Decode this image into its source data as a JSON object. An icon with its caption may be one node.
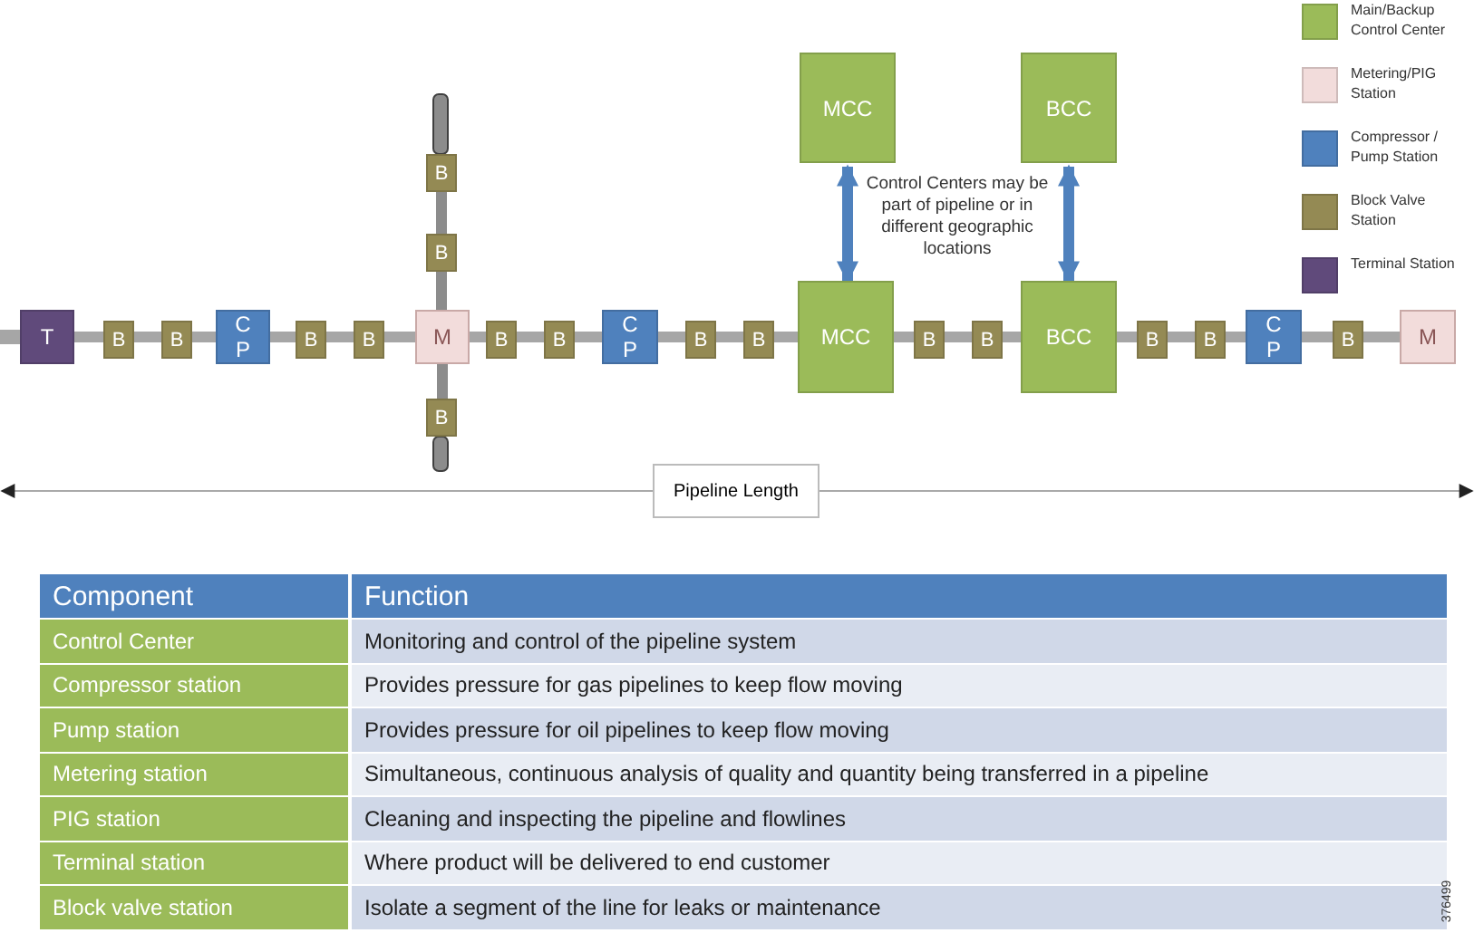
{
  "diagram": {
    "nodes": [
      {
        "text": [
          "MCC"
        ]
      },
      {
        "text": [
          "BCC"
        ]
      },
      {
        "text": [
          "B"
        ]
      },
      {
        "text": [
          "B"
        ]
      },
      {
        "text": [
          "T"
        ]
      },
      {
        "text": [
          "B"
        ]
      },
      {
        "text": [
          "B"
        ]
      },
      {
        "text": [
          "C P"
        ]
      },
      {
        "text": [
          "B"
        ]
      },
      {
        "text": [
          "B"
        ]
      },
      {
        "text": [
          "M"
        ]
      },
      {
        "text": [
          "B"
        ]
      },
      {
        "text": [
          "B"
        ]
      },
      {
        "text": [
          "C P"
        ]
      },
      {
        "text": [
          "B"
        ]
      },
      {
        "text": [
          "B"
        ]
      },
      {
        "text": [
          "MCC"
        ]
      },
      {
        "text": [
          "B"
        ]
      },
      {
        "text": [
          "B"
        ]
      },
      {
        "text": [
          "BCC"
        ]
      },
      {
        "text": [
          "B"
        ]
      },
      {
        "text": [
          "B"
        ]
      },
      {
        "text": [
          "C P"
        ]
      },
      {
        "text": [
          "B"
        ]
      },
      {
        "text": [
          "M"
        ]
      },
      {
        "text": [
          "B"
        ]
      }
    ],
    "edges": [
      {
        "from": 4,
        "to": 5,
        "arrow": "none"
      },
      {
        "from": 5,
        "to": 6,
        "arrow": "none"
      },
      {
        "from": 6,
        "to": 7,
        "arrow": "none"
      },
      {
        "from": 7,
        "to": 8,
        "arrow": "none"
      },
      {
        "from": 8,
        "to": 9,
        "arrow": "none"
      },
      {
        "from": 9,
        "to": 10,
        "arrow": "none"
      },
      {
        "from": 10,
        "to": 11,
        "arrow": "none"
      },
      {
        "from": 11,
        "to": 12,
        "arrow": "none"
      },
      {
        "from": 12,
        "to": 13,
        "arrow": "none"
      },
      {
        "from": 13,
        "to": 14,
        "arrow": "none"
      },
      {
        "from": 14,
        "to": 15,
        "arrow": "none"
      },
      {
        "from": 15,
        "to": 16,
        "arrow": "none"
      },
      {
        "from": 16,
        "to": 17,
        "arrow": "none"
      },
      {
        "from": 17,
        "to": 18,
        "arrow": "none"
      },
      {
        "from": 18,
        "to": 19,
        "arrow": "none"
      },
      {
        "from": 19,
        "to": 20,
        "arrow": "none"
      },
      {
        "from": 20,
        "to": 21,
        "arrow": "none"
      },
      {
        "from": 21,
        "to": 22,
        "arrow": "none"
      },
      {
        "from": 22,
        "to": 23,
        "arrow": "none"
      },
      {
        "from": 23,
        "to": 24,
        "arrow": "none"
      },
      {
        "from": 2,
        "to": 3,
        "arrow": "none"
      },
      {
        "from": 3,
        "to": 10,
        "arrow": "none"
      },
      {
        "from": 10,
        "to": 25,
        "arrow": "none"
      },
      {
        "from": 0,
        "to": 16,
        "arrow": "both",
        "color": "#4f81bd"
      },
      {
        "from": 1,
        "to": 19,
        "arrow": "both",
        "color": "#4f81bd"
      }
    ],
    "labels": [
      "Control Centers may be part of pipeline or in different geographic locations",
      "Pipeline Length",
      "Component",
      "Function",
      "Control Center",
      "Monitoring and control of the pipeline system",
      "Compressor station",
      "Provides pressure for gas pipelines to keep flow moving",
      "Pump station",
      "Provides pressure for oil pipelines to keep flow moving",
      "Metering station",
      "Simultaneous, continuous analysis of quality and quantity being transferred in a pipeline",
      "PIG station",
      "Cleaning and inspecting the pipeline and flowlines",
      "Terminal station",
      "Where product will be delivered to end customer",
      "Block valve station",
      "Isolate a segment of the line for leaks or maintenance",
      "376499"
    ],
    "legend": [
      {
        "text": "Main/Backup Control Center",
        "color": "#9bbb59"
      },
      {
        "text": "Metering/PIG Station",
        "color": "#f2dcdb"
      },
      {
        "text": "Compressor / Pump Station",
        "color": "#4f81bd"
      },
      {
        "text": "Block Valve Station",
        "color": "#948a54"
      },
      {
        "text": "Terminal Station",
        "color": "#604a7b"
      }
    ]
  }
}
